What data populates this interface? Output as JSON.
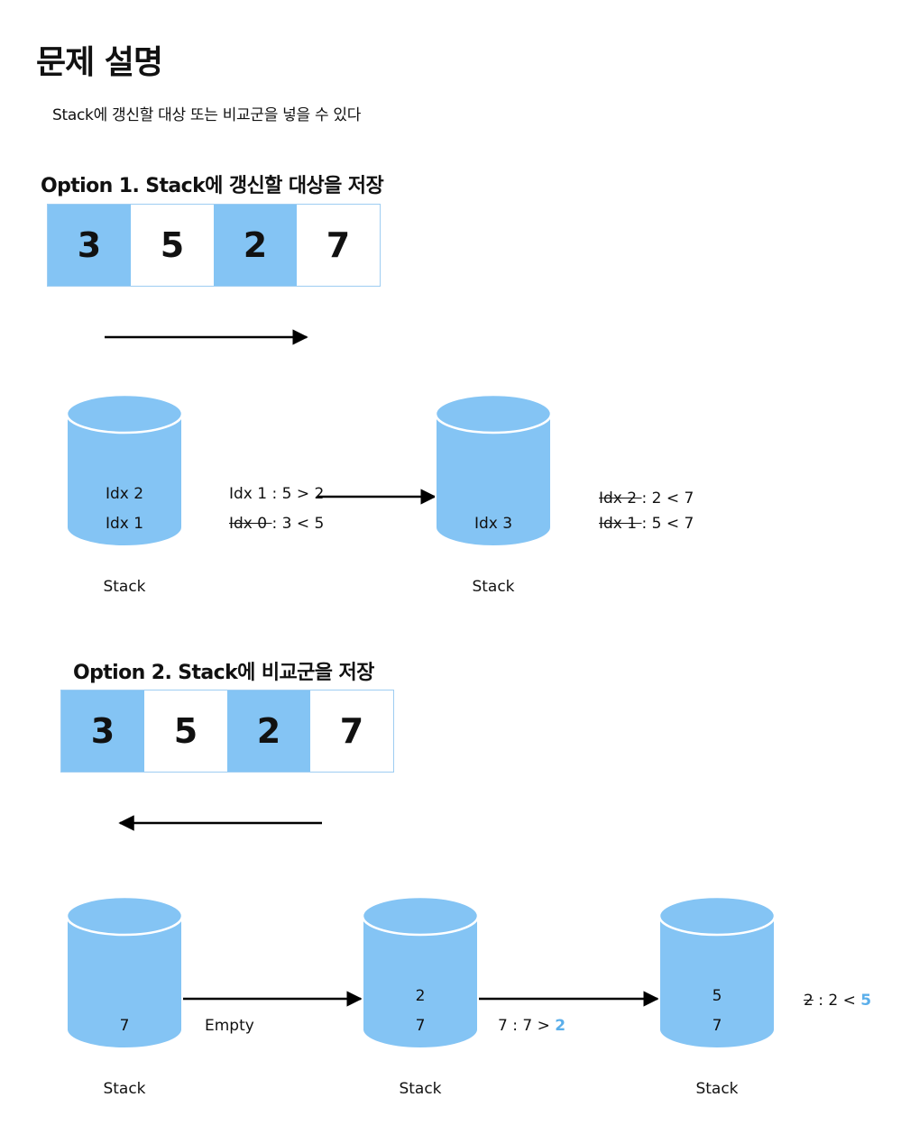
{
  "title": "문제 설명",
  "description": "Stack에 갱신할 대상 또는 비교군을 넣을 수 있다",
  "option1": {
    "heading": "Option 1. Stack에 갱신할 대상을 저장",
    "array": [
      "3",
      "5",
      "2",
      "7"
    ],
    "stack1": {
      "items": [
        "Idx 2",
        "Idx 1"
      ],
      "caption": "Stack"
    },
    "compare1": {
      "label": "Idx 1 : 5 > 2"
    },
    "compare2": {
      "struck": "Idx 0 ",
      "rest": ": 3 < 5"
    },
    "stack2": {
      "items": [
        "Idx 3"
      ],
      "caption": "Stack"
    },
    "result1": {
      "struck": "Idx 2 ",
      "rest": ": 2 < 7"
    },
    "result2": {
      "struck": "Idx 1 ",
      "rest": ": 5 < 7"
    }
  },
  "option2": {
    "heading": "Option 2. Stack에 비교군을 저장",
    "array": [
      "3",
      "5",
      "2",
      "7"
    ],
    "stack1": {
      "items": [
        "7"
      ],
      "caption": "Stack"
    },
    "empty_label": "Empty",
    "stack2": {
      "items": [
        "2",
        "7"
      ],
      "caption": "Stack"
    },
    "compare": {
      "prefix": "7 : 7 > ",
      "highlight": "2"
    },
    "stack3": {
      "items": [
        "5",
        "7"
      ],
      "caption": "Stack"
    },
    "result": {
      "struck": "2",
      "mid": " : 2 < ",
      "highlight": "5"
    }
  },
  "colors": {
    "accent": "#84c4f4",
    "highlight_text": "#5aaeea"
  }
}
